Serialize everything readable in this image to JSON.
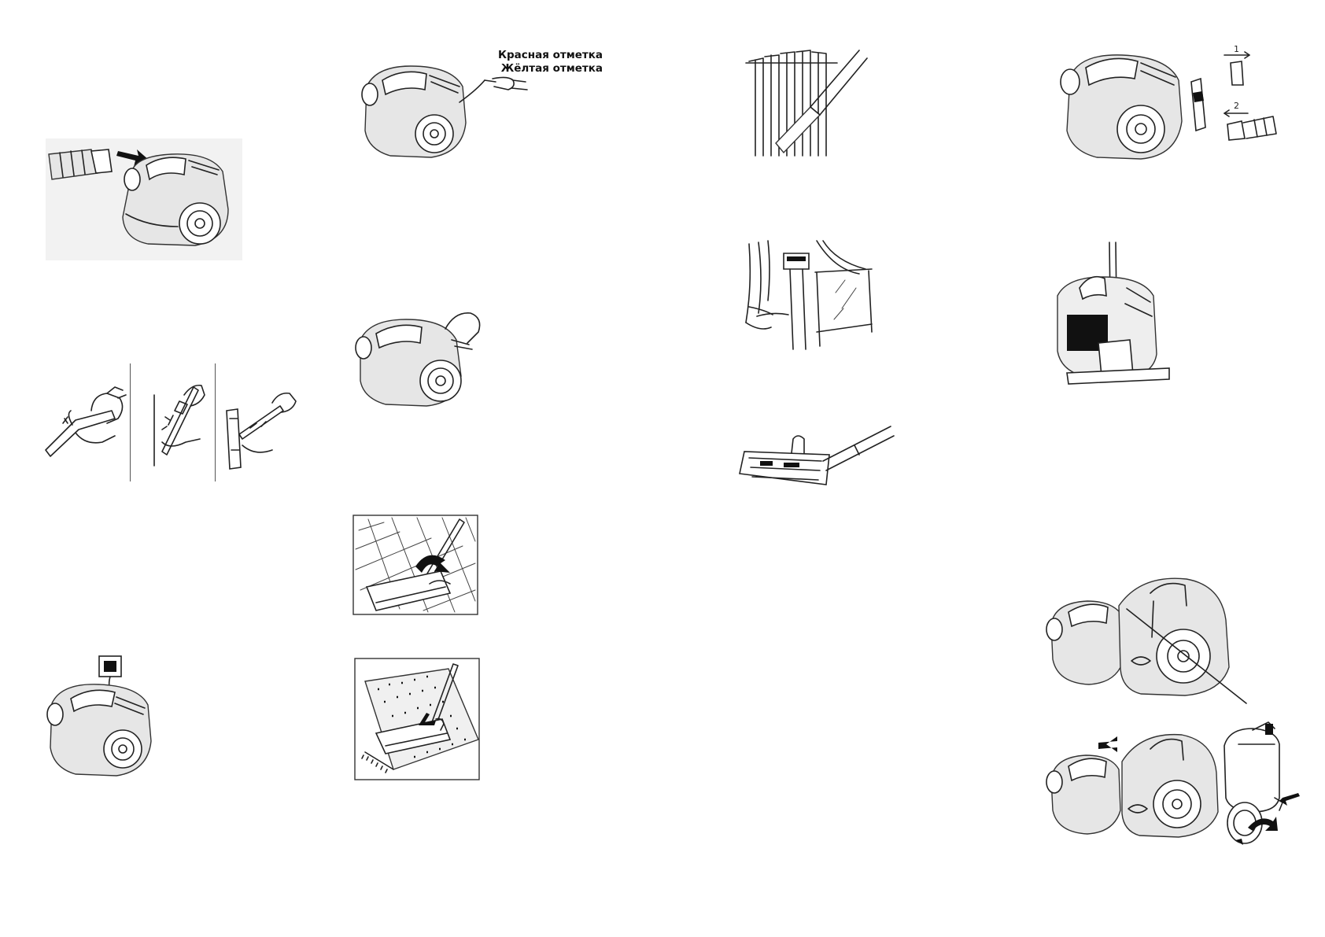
{
  "labels": {
    "red_mark": "Красная отметка",
    "yellow_mark": "Жёлтая отметка",
    "step_1": "1",
    "step_2": "2"
  },
  "icons": [
    "hose-connect-illustration",
    "cord-marks-illustration",
    "crevice-radiator-illustration",
    "hose-removal-steps-illustration",
    "carry-handle-illustration",
    "telescopic-tube-steps-illustration",
    "curtain-brush-illustration",
    "parking-position-illustration",
    "floor-nozzle-illustration",
    "hard-floor-mode-illustration",
    "carpet-mode-illustration",
    "plug-socket-illustration",
    "dust-container-release-illustration",
    "dust-container-empty-illustration"
  ]
}
